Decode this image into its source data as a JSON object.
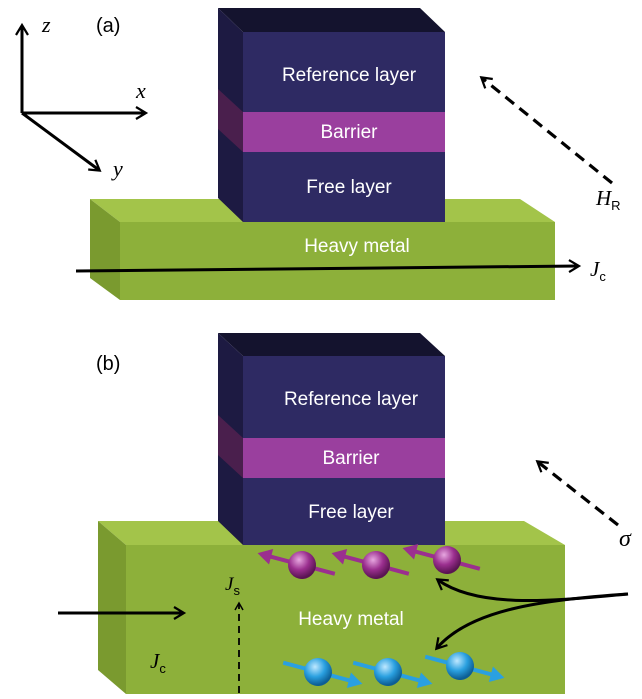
{
  "panel_a": {
    "label": "(a)",
    "axes": {
      "z": "z",
      "x": "x",
      "y": "y"
    },
    "layers": {
      "reference": "Reference layer",
      "barrier": "Barrier",
      "free": "Free layer"
    },
    "heavy_metal": "Heavy metal",
    "field": {
      "symbol": "H",
      "subscript": "R"
    },
    "current": {
      "symbol": "J",
      "subscript": "c"
    }
  },
  "panel_b": {
    "label": "(b)",
    "layers": {
      "reference": "Reference layer",
      "barrier": "Barrier",
      "free": "Free layer"
    },
    "heavy_metal": "Heavy metal",
    "polarization": "σ",
    "spin_current": {
      "symbol": "J",
      "subscript": "s"
    },
    "charge_current": {
      "symbol": "J",
      "subscript": "c"
    }
  },
  "colors": {
    "stack_front": "#2e2a63",
    "stack_top": "#14132e",
    "stack_side": "#1d1a42",
    "barrier": "#9a3f9e",
    "heavy_metal_front": "#8db03a",
    "heavy_metal_top": "#a3c44a",
    "heavy_metal_side": "#7a9a2f",
    "spin_up": "#9b2f8f",
    "spin_down": "#2aa0e0"
  }
}
